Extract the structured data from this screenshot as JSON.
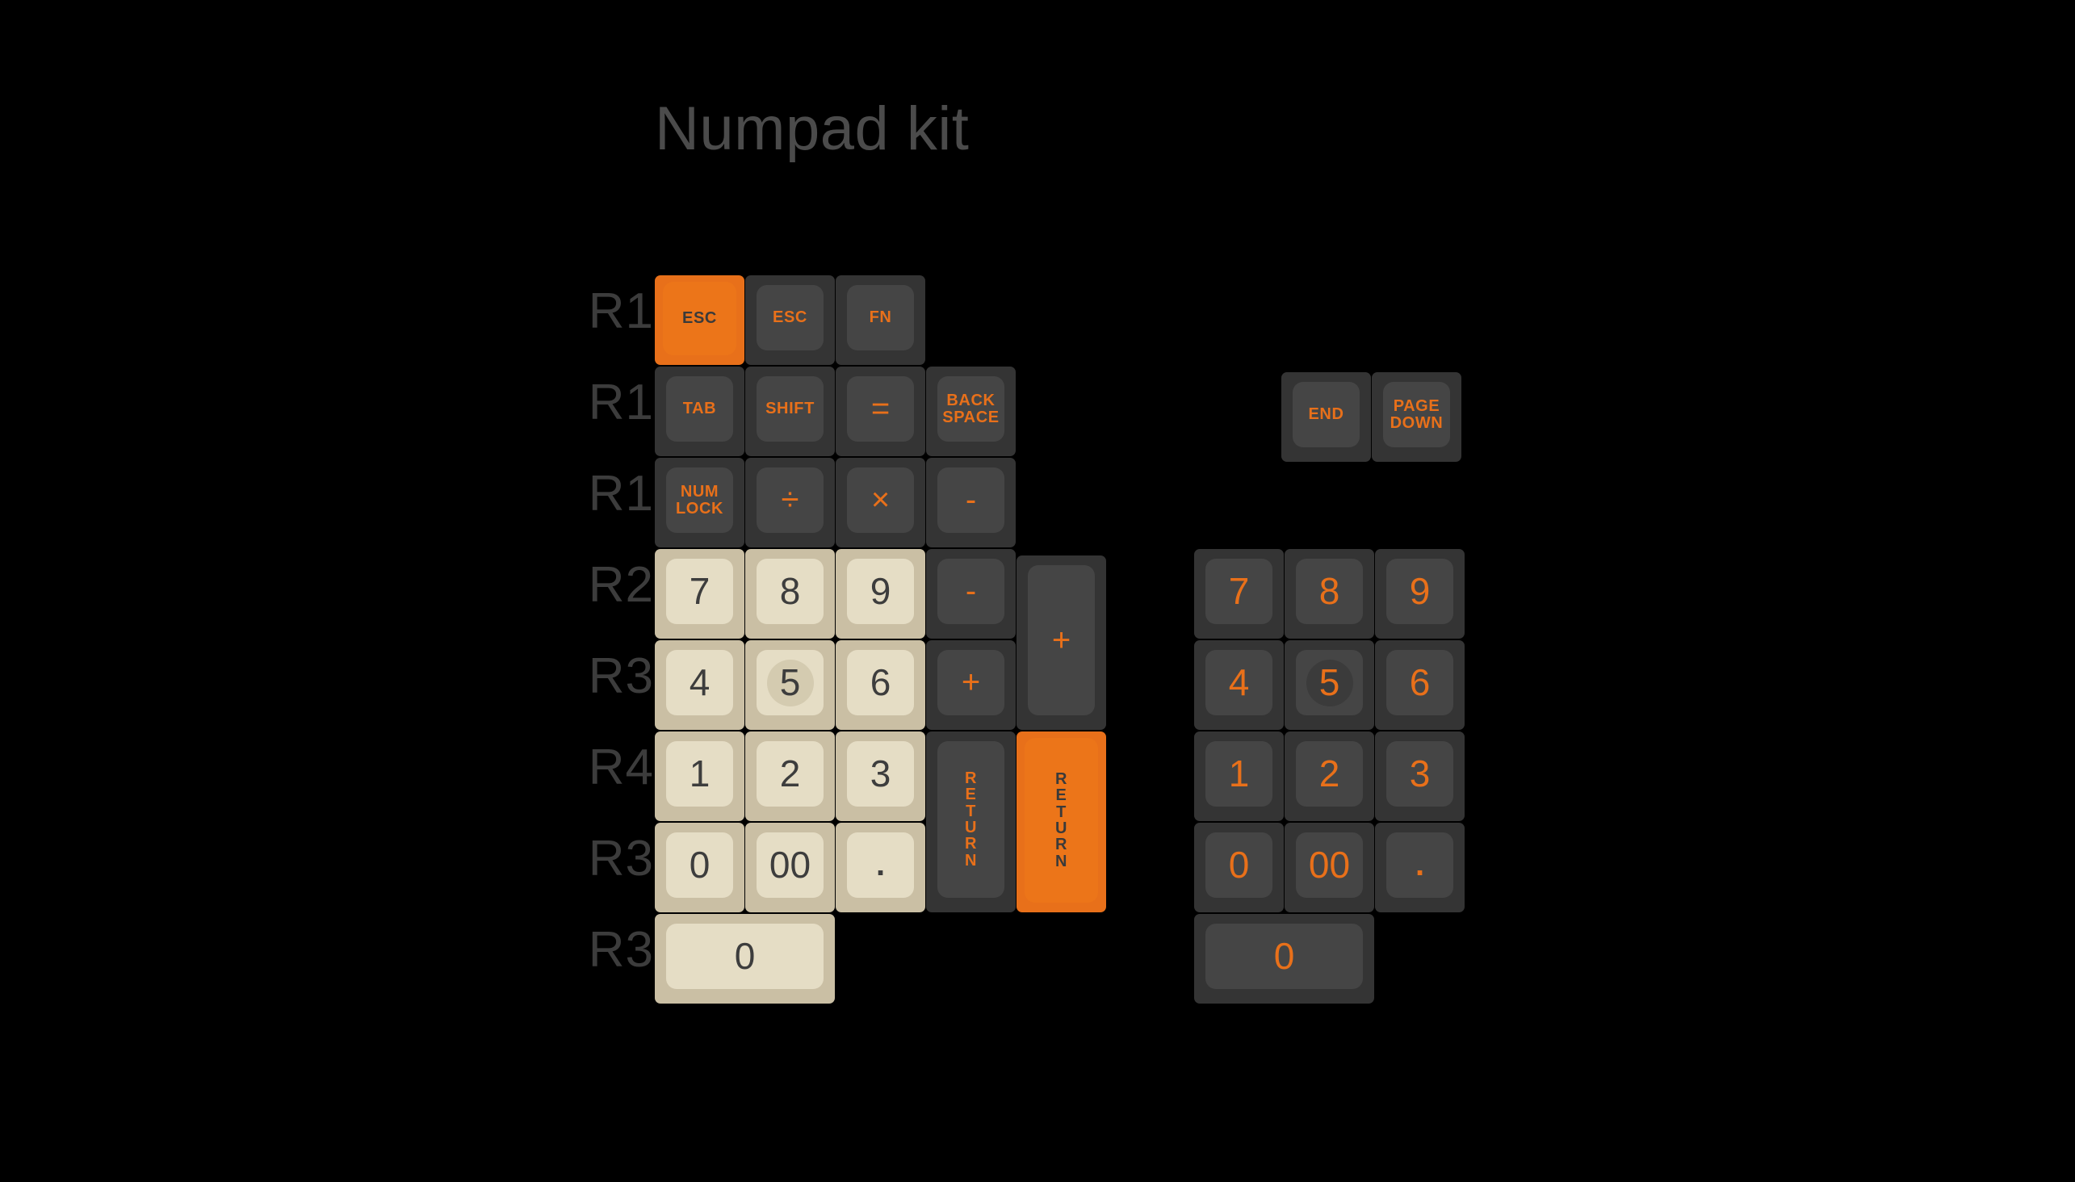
{
  "page": {
    "title": "Numpad kit",
    "background_color": "#000000",
    "title_color": "#4b4b4b"
  },
  "colors": {
    "orange": "#e8701a",
    "dark_key_body": "#343434",
    "dark_key_top": "#454545",
    "cream_key_body": "#cabfa4",
    "cream_key_top": "#e5ddc5",
    "dark_legend": "#3d3d3d",
    "row_label": "#3c3c3c"
  },
  "row_labels": [
    {
      "text": "R1"
    },
    {
      "text": "R1"
    },
    {
      "text": "R1"
    },
    {
      "text": "R2"
    },
    {
      "text": "R3"
    },
    {
      "text": "R4"
    },
    {
      "text": "R3"
    },
    {
      "text": "R3"
    }
  ],
  "left_cluster": {
    "row1": [
      {
        "label": "ESC",
        "style": "orange"
      },
      {
        "label": "ESC",
        "style": "dark"
      },
      {
        "label": "FN",
        "style": "dark"
      }
    ],
    "row2": [
      {
        "label": "TAB",
        "style": "dark"
      },
      {
        "label": "SHIFT",
        "style": "dark"
      },
      {
        "label": "=",
        "style": "dark"
      },
      {
        "label": "BACK\nSPACE",
        "style": "dark"
      }
    ],
    "row3": [
      {
        "label": "NUM\nLOCK",
        "style": "dark"
      },
      {
        "label": "÷",
        "style": "dark"
      },
      {
        "label": "×",
        "style": "dark"
      },
      {
        "label": "-",
        "style": "dark"
      }
    ],
    "row4": [
      {
        "label": "7",
        "style": "cream"
      },
      {
        "label": "8",
        "style": "cream"
      },
      {
        "label": "9",
        "style": "cream"
      },
      {
        "label": "-",
        "style": "dark"
      },
      {
        "label": "+",
        "style": "dark",
        "tall": true
      }
    ],
    "row5": [
      {
        "label": "4",
        "style": "cream"
      },
      {
        "label": "5",
        "style": "cream",
        "homing": true
      },
      {
        "label": "6",
        "style": "cream"
      },
      {
        "label": "+",
        "style": "dark"
      }
    ],
    "row6": [
      {
        "label": "1",
        "style": "cream"
      },
      {
        "label": "2",
        "style": "cream"
      },
      {
        "label": "3",
        "style": "cream"
      },
      {
        "label": "RETURN",
        "style": "dark",
        "vertical": true,
        "tall": true
      },
      {
        "label": "RETURN",
        "style": "orange",
        "vertical": true,
        "tall": true
      }
    ],
    "row7": [
      {
        "label": "0",
        "style": "cream"
      },
      {
        "label": "00",
        "style": "cream"
      },
      {
        "label": ".",
        "style": "cream"
      }
    ],
    "row8": [
      {
        "label": "0",
        "style": "cream",
        "wide": true
      }
    ]
  },
  "right_cluster": {
    "nav_row": [
      {
        "label": "END",
        "style": "dark"
      },
      {
        "label": "PAGE\nDOWN",
        "style": "dark"
      }
    ],
    "row1": [
      {
        "label": "7",
        "style": "dark"
      },
      {
        "label": "8",
        "style": "dark"
      },
      {
        "label": "9",
        "style": "dark"
      }
    ],
    "row2": [
      {
        "label": "4",
        "style": "dark"
      },
      {
        "label": "5",
        "style": "dark",
        "homing": true
      },
      {
        "label": "6",
        "style": "dark"
      }
    ],
    "row3": [
      {
        "label": "1",
        "style": "dark"
      },
      {
        "label": "2",
        "style": "dark"
      },
      {
        "label": "3",
        "style": "dark"
      }
    ],
    "row4": [
      {
        "label": "0",
        "style": "dark"
      },
      {
        "label": "00",
        "style": "dark"
      },
      {
        "label": ".",
        "style": "dark"
      }
    ],
    "row5": [
      {
        "label": "0",
        "style": "dark",
        "wide": true
      }
    ]
  }
}
